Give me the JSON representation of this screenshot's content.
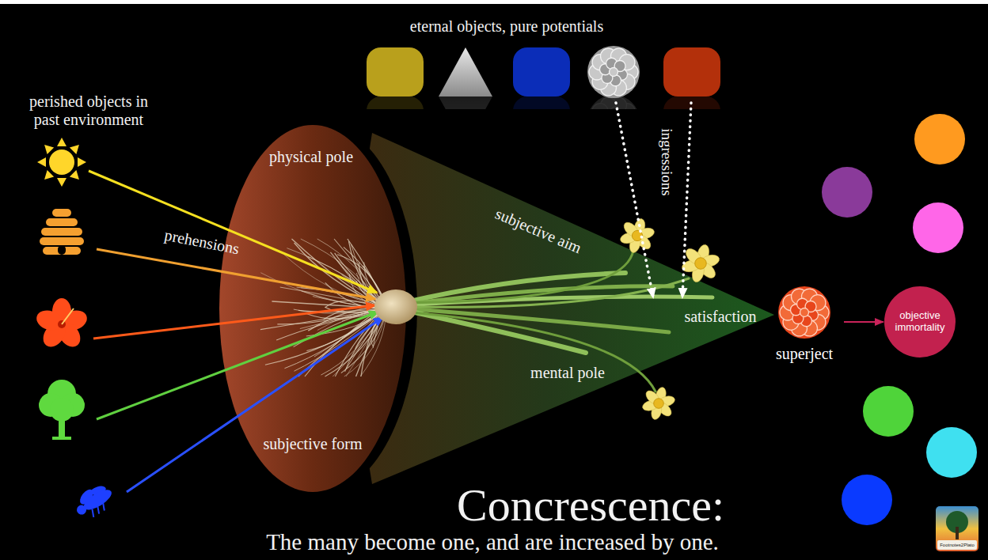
{
  "diagram": {
    "title": "Concrescence:",
    "caption": "The many become one, and are increased by one.",
    "nodes": [
      {
        "text": [
          "superject"
        ]
      },
      {
        "text": [
          "objective immortality"
        ]
      }
    ],
    "edges": [
      {
        "from": 0,
        "to": 1,
        "arrow": "to"
      }
    ],
    "labels": [
      "eternal objects, pure potentials",
      "perished objects in past environment",
      "physical pole",
      "prehensions",
      "subjective aim",
      "ingressions",
      "satisfaction",
      "mental pole",
      "subjective form",
      "Footnotes2Plato"
    ]
  }
}
